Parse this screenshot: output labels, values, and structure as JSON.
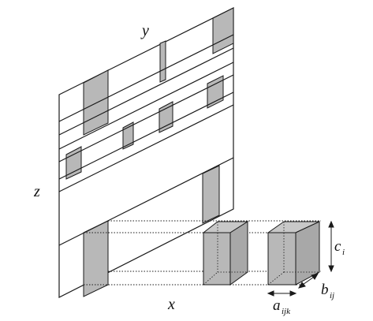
{
  "labels": {
    "y_axis": "y",
    "z_axis": "z",
    "x_axis": "x",
    "c_main": "c",
    "c_sub": "i",
    "a_main": "a",
    "a_sub": "ijk",
    "b_main": "b",
    "b_sub": "ij"
  },
  "colors": {
    "stroke": "#1a1a1a",
    "shaded": "#b8b8b8",
    "background": "#ffffff"
  }
}
